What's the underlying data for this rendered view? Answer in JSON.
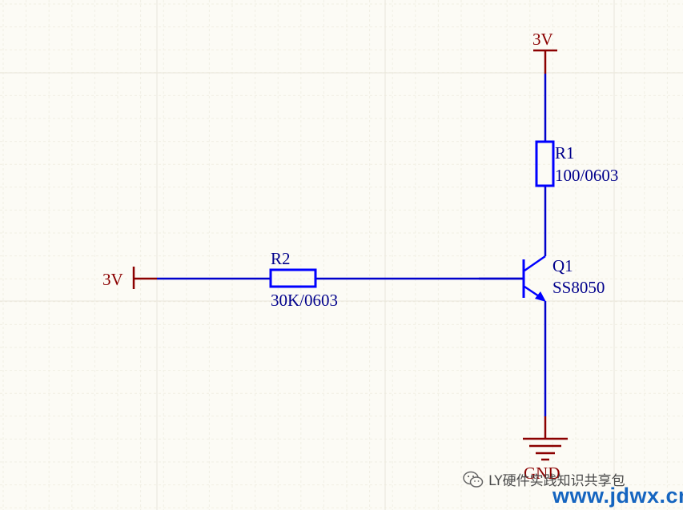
{
  "colors": {
    "wire": "#0000cc",
    "component": "#0000ff",
    "power": "#8b0000",
    "label": "#00008b",
    "grid_major": "#e9e6da",
    "grid_minor": "#f1efe4",
    "background": "#fcfbf5"
  },
  "components": {
    "r1": {
      "designator": "R1",
      "value": "100/0603"
    },
    "r2": {
      "designator": "R2",
      "value": "30K/0603"
    },
    "q1": {
      "designator": "Q1",
      "value": "SS8050"
    }
  },
  "power": {
    "vcc_top": "3V",
    "vcc_left": "3V",
    "ground": "GND"
  },
  "watermark": {
    "icon": "wechat-icon",
    "text": "LY硬件实践知识共享包",
    "site": "www.jdwx.cn"
  }
}
